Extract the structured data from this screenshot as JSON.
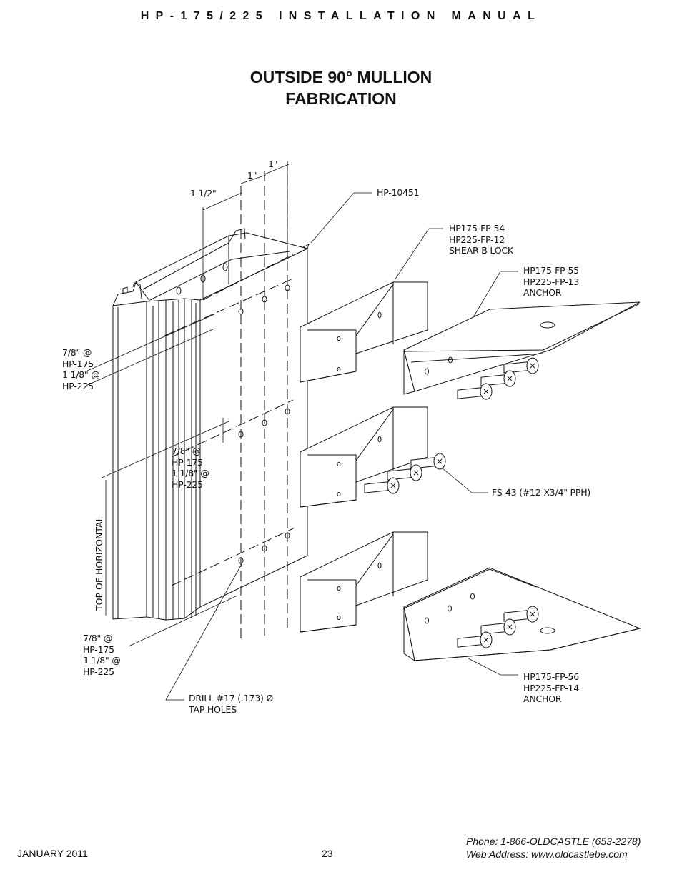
{
  "header": {
    "manual_title": "HP-175/225 INSTALLATION MANUAL"
  },
  "page_title": {
    "line1": "OUTSIDE 90° MULLION",
    "line2": "FABRICATION"
  },
  "dimensions": {
    "d_1_1_2": "1  1/2\"",
    "d_1a": "1\"",
    "d_1b": "1\""
  },
  "callouts": {
    "hp10451": "HP-10451",
    "shear_block": [
      "HP175-FP-54",
      "HP225-FP-12",
      "SHEAR B LOCK"
    ],
    "anchor_55": [
      "HP175-FP-55",
      "HP225-FP-13",
      "ANCHOR"
    ],
    "fs43": "FS-43 (#12 X3/4\" PPH)",
    "anchor_56": [
      "HP175-FP-56",
      "HP225-FP-14",
      "ANCHOR"
    ],
    "drill": [
      "DRILL #17 (.173) Ø",
      "TAP HOLES"
    ],
    "spacing_upper": [
      "7/8\" @",
      "HP-175",
      "1  1/8\" @",
      "HP-225"
    ],
    "spacing_mid": [
      "7/8\" @",
      "HP-175",
      "1  1/8\" @",
      "HP-225"
    ],
    "spacing_lower": [
      "7/8\" @",
      "HP-175",
      "1  1/8\" @",
      "HP-225"
    ],
    "top_of_horizontal": "TOP OF HORIZONTAL"
  },
  "footer": {
    "date": "JANUARY 2011",
    "page_number": "23",
    "phone": "Phone: 1-866-OLDCASTLE (653-2278)",
    "web": "Web Address: www.oldcastlebe.com"
  }
}
